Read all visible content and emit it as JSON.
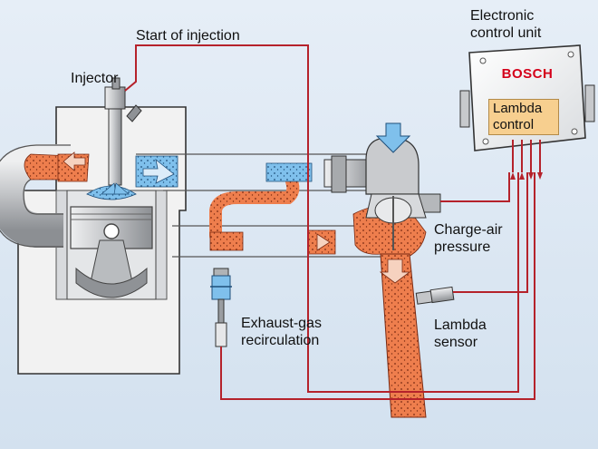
{
  "labels": {
    "start_of_injection": "Start of injection",
    "injector": "Injector",
    "ecu_line1": "Electronic",
    "ecu_line2": "control unit",
    "charge_air_line1": "Charge-air",
    "charge_air_line2": "pressure",
    "egr_line1": "Exhaust-gas",
    "egr_line2": "recirculation",
    "lambda_sensor_line1": "Lambda",
    "lambda_sensor_line2": "sensor"
  },
  "ecu": {
    "brand": "BOSCH",
    "module_line1": "Lambda",
    "module_line2": "control"
  },
  "colors": {
    "signal_wire": "#b5222b",
    "exhaust_gas": "#ee7e4d",
    "intake_air": "#7fc0ec",
    "engine_block": "#f2f2f2",
    "pipe": "#c7c9cc"
  }
}
